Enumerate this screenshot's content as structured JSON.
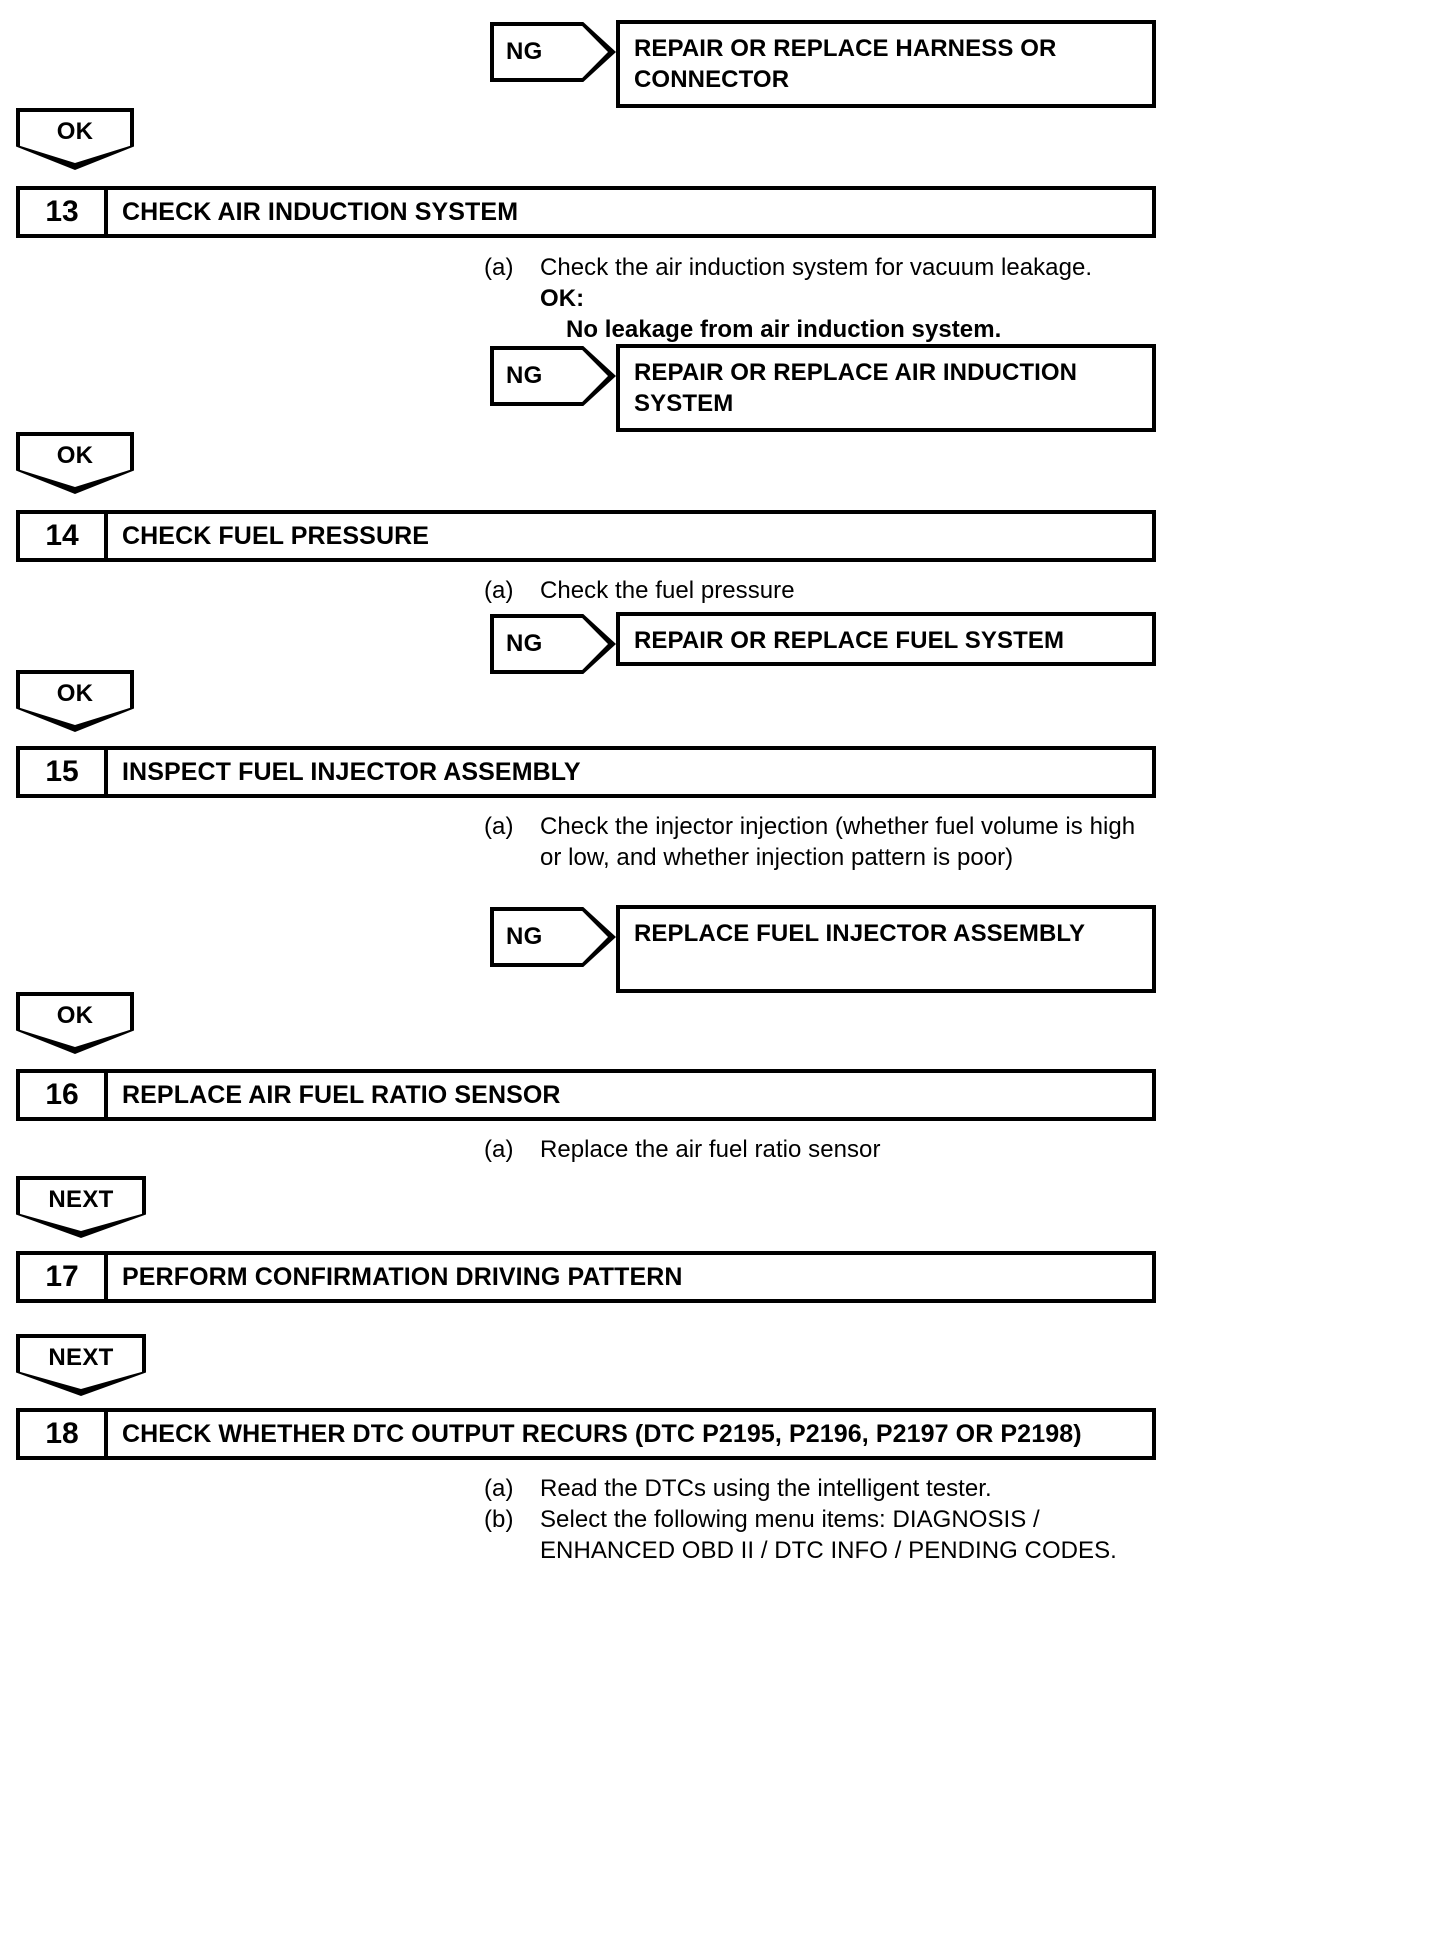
{
  "document": {
    "type": "diagnostic-flowchart",
    "title": "Air Fuel Ratio Sensor Diagnostic Troubleshooting Flowchart"
  },
  "tags": {
    "ng": "NG",
    "ok": "OK",
    "next": "NEXT"
  },
  "nodes": {
    "result_harness": {
      "line1": "REPAIR OR REPLACE HARNESS OR",
      "line2": "CONNECTOR"
    },
    "step13": {
      "number": "13",
      "title": "CHECK AIR INDUCTION SYSTEM",
      "instruction_marker": "(a)",
      "instruction_text": "Check the air induction system for vacuum leakage.",
      "ok_label": "OK:",
      "ok_value": "No leakage from air induction system.",
      "result_line1": "REPAIR OR REPLACE AIR INDUCTION",
      "result_line2": "SYSTEM"
    },
    "step14": {
      "number": "14",
      "title": "CHECK FUEL PRESSURE",
      "instruction_marker": "(a)",
      "instruction_text": "Check the fuel pressure",
      "result_line1": "REPAIR OR REPLACE FUEL SYSTEM"
    },
    "step15": {
      "number": "15",
      "title": "INSPECT FUEL INJECTOR ASSEMBLY",
      "instruction_marker": "(a)",
      "instruction_text_line1": "Check the injector injection (whether fuel volume is high",
      "instruction_text_line2": "or low, and whether injection pattern is poor)",
      "result_line1": "REPLACE FUEL INJECTOR ASSEMBLY"
    },
    "step16": {
      "number": "16",
      "title": "REPLACE AIR FUEL RATIO SENSOR",
      "instruction_marker": "(a)",
      "instruction_text": "Replace the air fuel ratio sensor"
    },
    "step17": {
      "number": "17",
      "title": "PERFORM CONFIRMATION DRIVING PATTERN"
    },
    "step18": {
      "number": "18",
      "title": "CHECK WHETHER DTC OUTPUT RECURS (DTC P2195, P2196, P2197 OR P2198)",
      "instruction_a_marker": "(a)",
      "instruction_a_text": "Read the DTCs using the intelligent tester.",
      "instruction_b_marker": "(b)",
      "instruction_b_text_line1": "Select the following menu items: DIAGNOSIS /",
      "instruction_b_text_line2": "ENHANCED OBD II / DTC INFO / PENDING CODES."
    }
  },
  "colors": {
    "ink": "#000000",
    "paper": "#ffffff"
  }
}
